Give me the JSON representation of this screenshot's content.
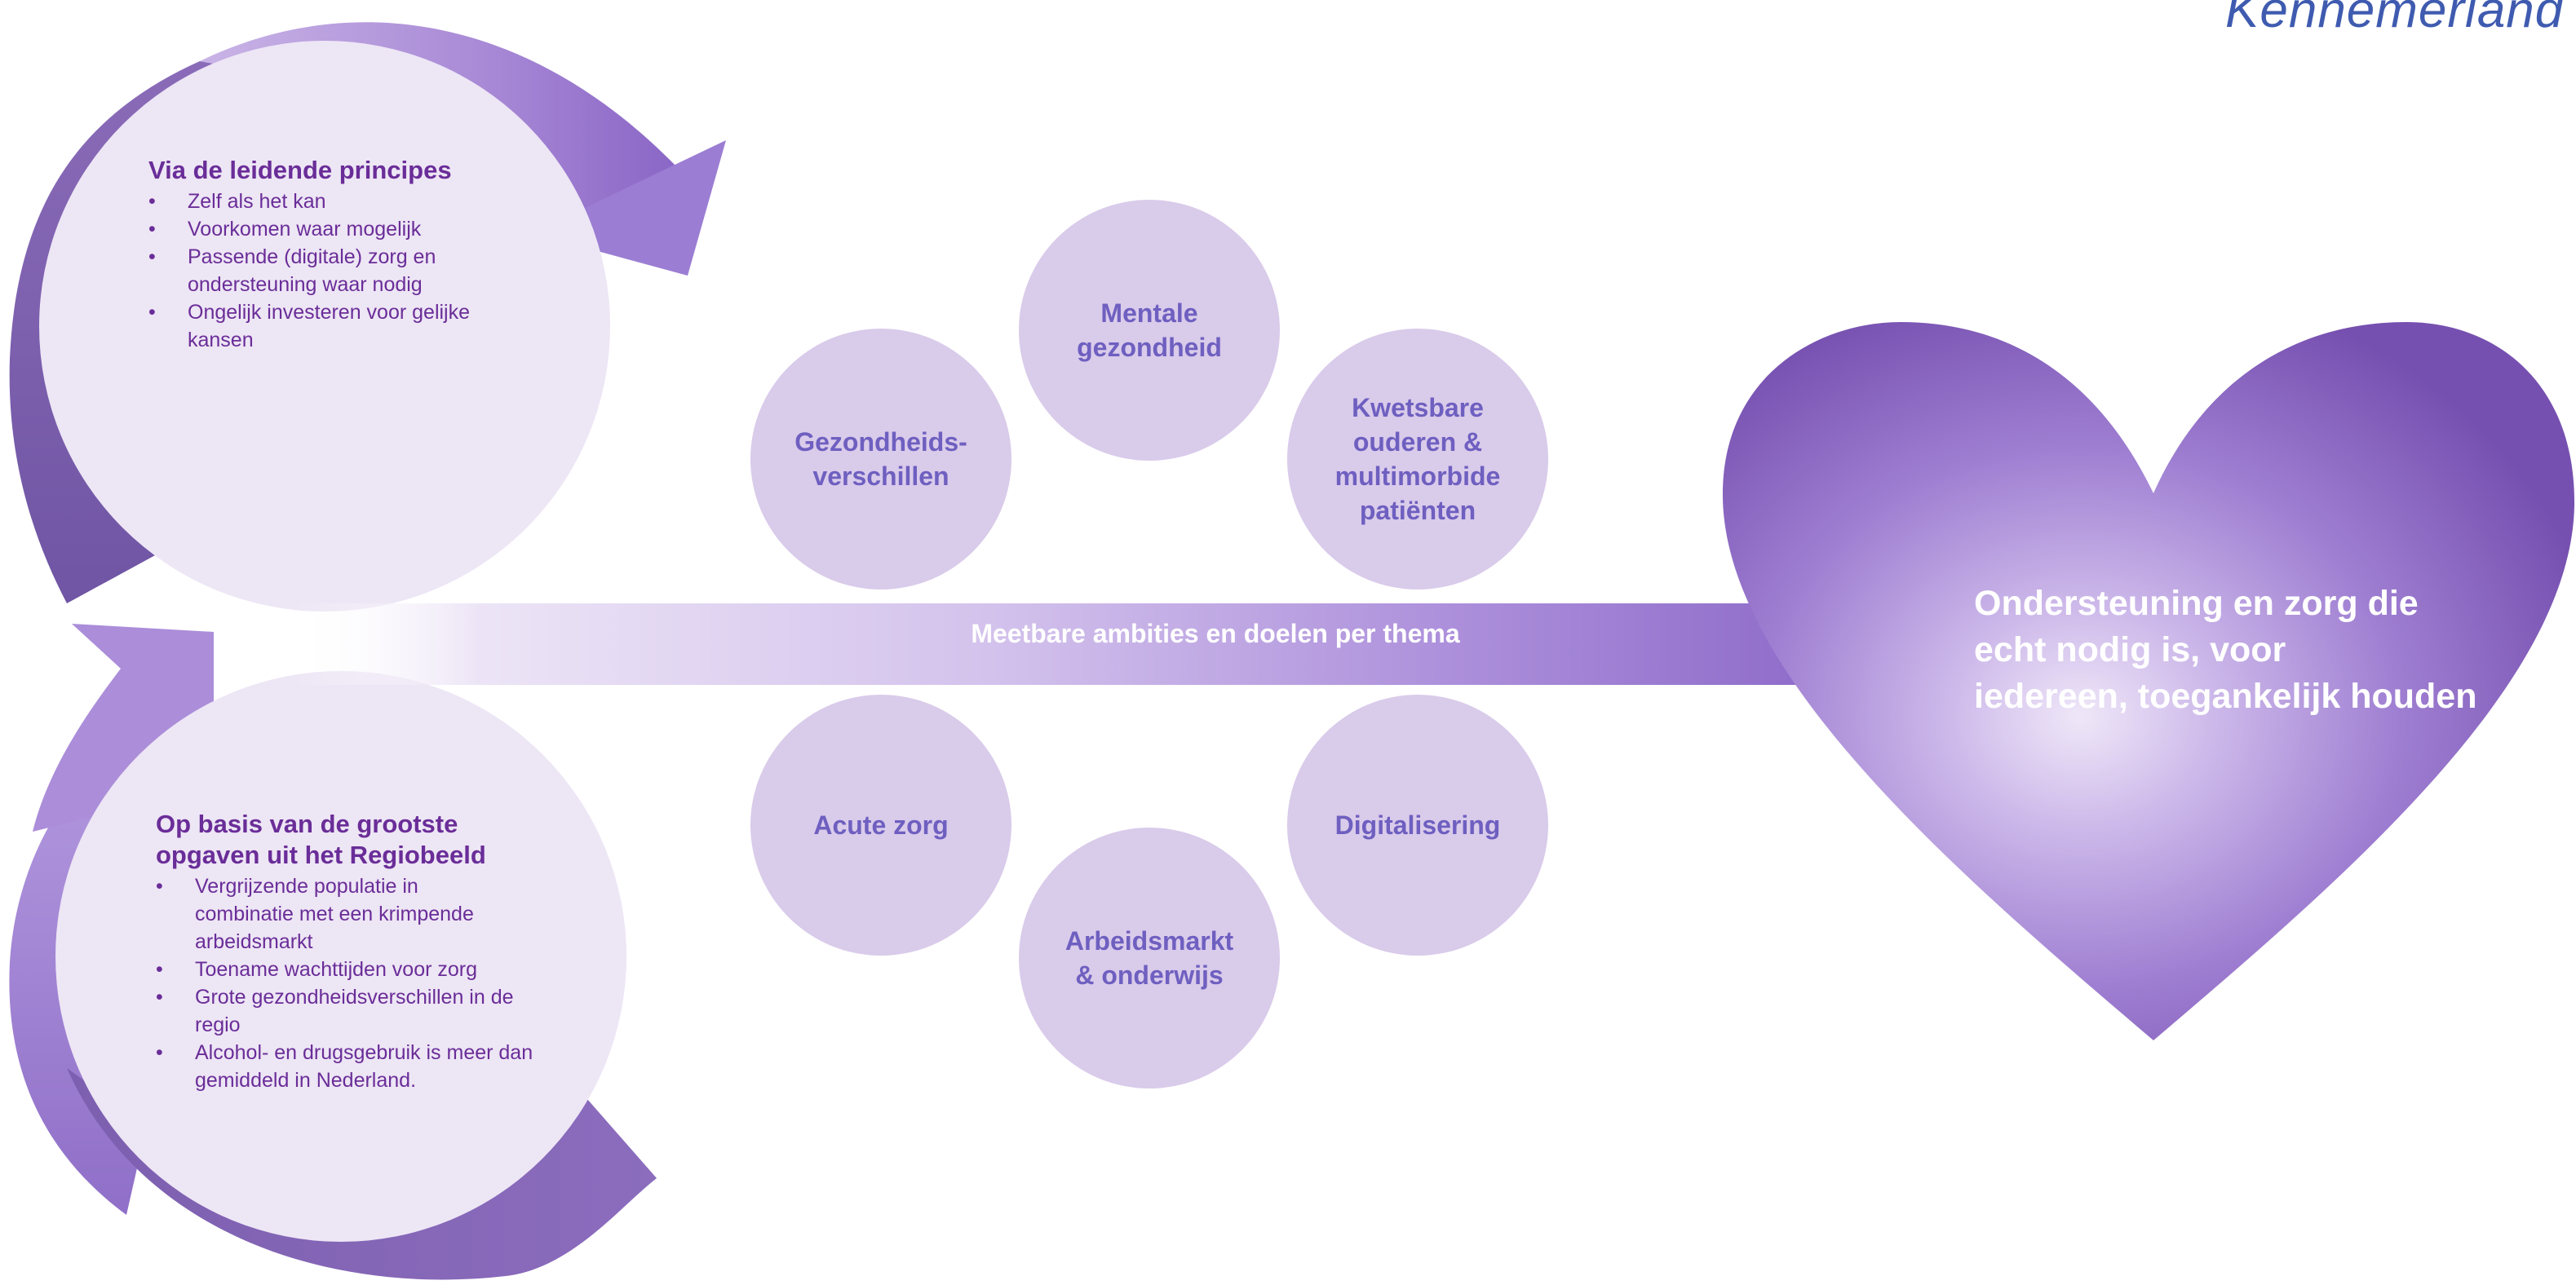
{
  "logo": {
    "text": "Kennemerland",
    "color": "#3f5bb0"
  },
  "principles": {
    "title": "Via de leidende principes",
    "items": [
      "Zelf als het kan",
      "Voorkomen waar mogelijk",
      "Passende (digitale) zorg en ondersteuning waar nodig",
      "Ongelijk investeren voor gelijke kansen"
    ]
  },
  "regiobeeld": {
    "title": "Op basis van de grootste opgaven uit het Regiobeeld",
    "items": [
      "Vergrijzende populatie in combinatie met een krimpende arbeidsmarkt",
      "Toename wachttijden voor zorg",
      "Grote gezondheidsverschillen in de regio",
      "Alcohol- en drugsgebruik is meer dan gemiddeld in Nederland."
    ]
  },
  "themes": [
    "Mentale\ngezondheid",
    "Gezondheids-\nverschillen",
    "Kwetsbare\nouderen &\nmultimorbide\npatiënten",
    "Acute zorg",
    "Digitalisering",
    "Arbeidsmarkt\n& onderwijs"
  ],
  "arrow": {
    "label": "Meetbare ambities en doelen per thema"
  },
  "goal": {
    "text": "Ondersteuning en zorg die\necht nodig is, voor\niedereen, toegankelijk houden"
  },
  "colors": {
    "theme_circle": "#d9cbea",
    "theme_text": "#6e5fc0",
    "box_text": "#6a2d98",
    "box_fill": "#ede6f5",
    "arrow_purple": "#9b7dcf",
    "heart_dark": "#7650b0"
  }
}
